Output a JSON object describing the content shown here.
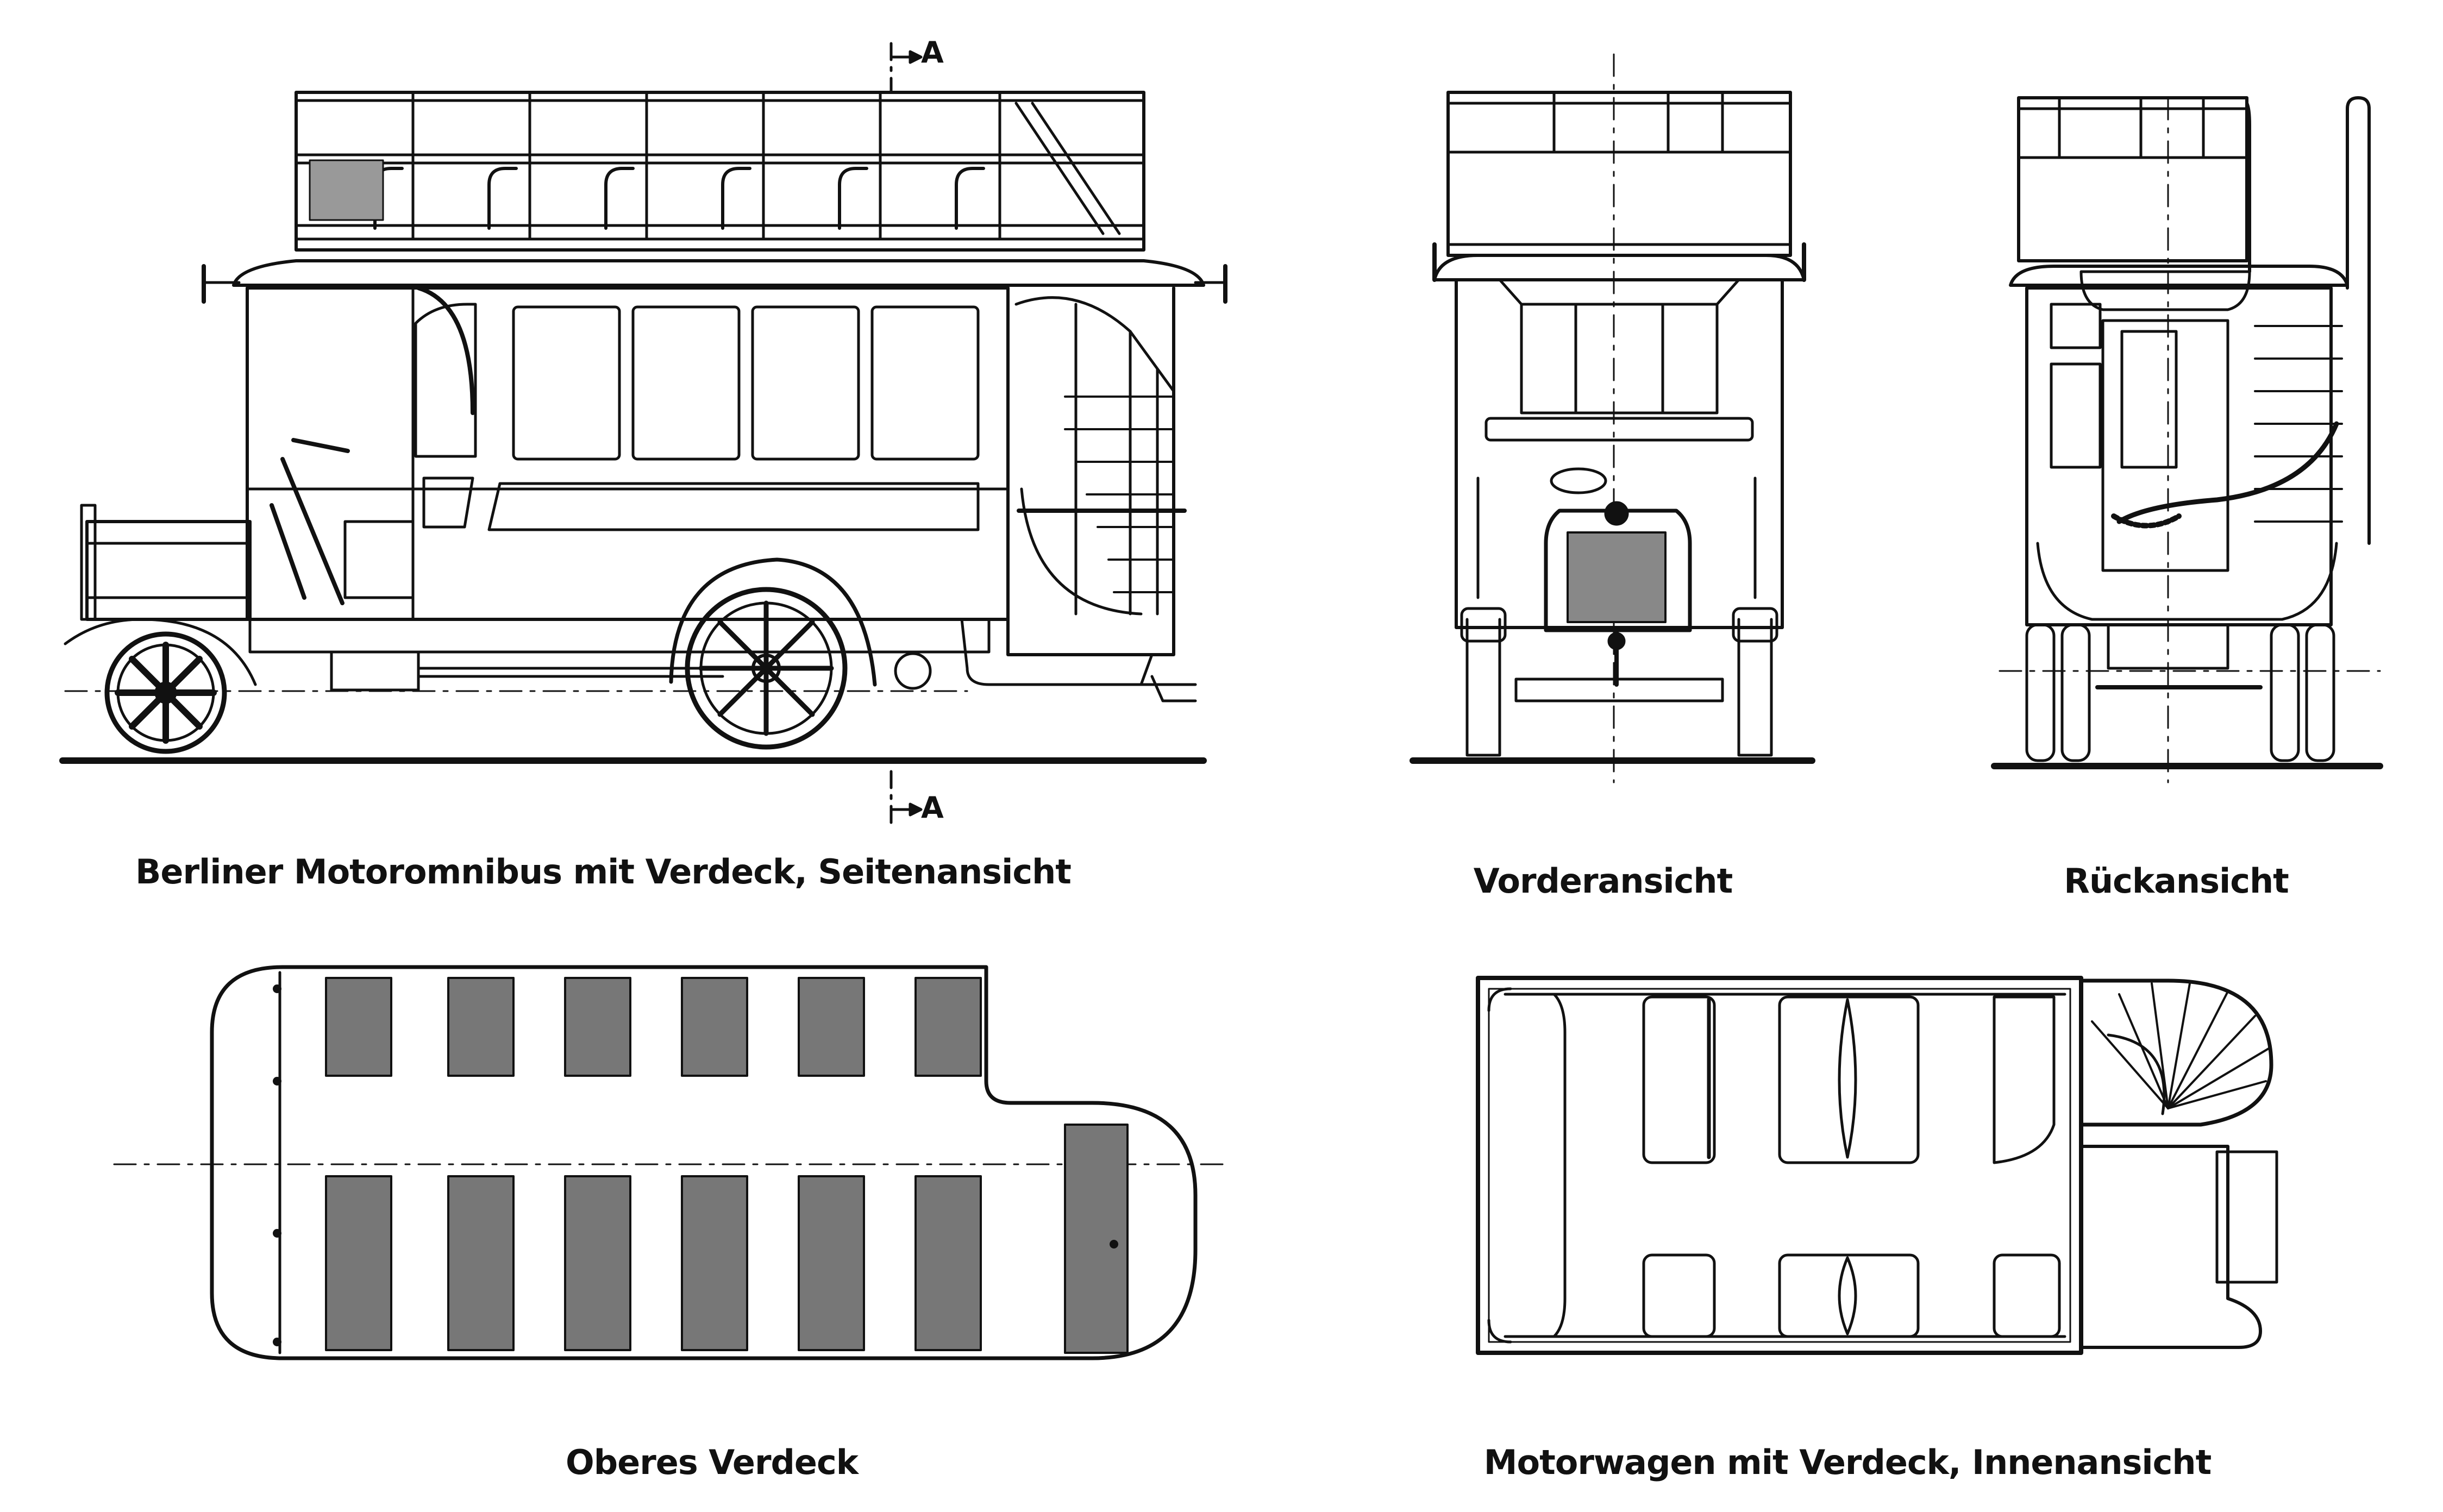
{
  "captions": {
    "side_view": "Berliner Motoromnibus mit Verdeck, Seitenansicht",
    "front_view": "Vorderansicht",
    "rear_view": "Rückansicht",
    "upper_deck": "Oberes Verdeck",
    "interior_view": "Motorwagen mit Verdeck, Innenansicht"
  },
  "section_markers": {
    "top": "A",
    "bottom": "A"
  },
  "colors": {
    "ink": "#111111",
    "paper": "#ffffff"
  }
}
